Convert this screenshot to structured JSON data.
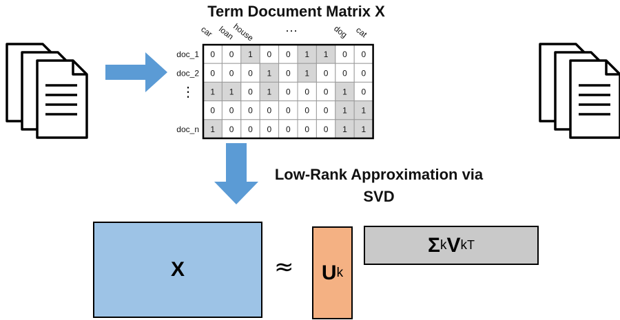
{
  "title": "Term Document Matrix X",
  "terms": [
    "car",
    "loan",
    "house",
    "...",
    "dog",
    "cat"
  ],
  "docs": [
    "doc_1",
    "doc_2",
    "⋮",
    "",
    "doc_n"
  ],
  "matrix": [
    [
      0,
      0,
      1,
      0,
      0,
      1,
      1,
      0,
      0
    ],
    [
      0,
      0,
      0,
      1,
      0,
      1,
      0,
      0,
      0
    ],
    [
      1,
      1,
      0,
      1,
      0,
      0,
      0,
      1,
      0
    ],
    [
      0,
      0,
      0,
      0,
      0,
      0,
      0,
      1,
      1
    ],
    [
      1,
      0,
      0,
      0,
      0,
      0,
      0,
      1,
      1
    ]
  ],
  "colors": {
    "arrow": "#5b9bd5",
    "x_fill": "#9dc3e6",
    "u_fill": "#f4b183",
    "sv_fill": "#c9c9c9",
    "cell_highlight": "#d6d6d6"
  },
  "svd_label_line1": "Low-Rank Approximation via",
  "svd_label_line2": "SVD",
  "x_label": "X",
  "approx_symbol": "≈",
  "u_label": "U",
  "u_sub": "k",
  "sigma_label": "Σ",
  "sigma_sub": "k",
  "v_label": "V",
  "v_sub": "k",
  "v_sup": "T"
}
